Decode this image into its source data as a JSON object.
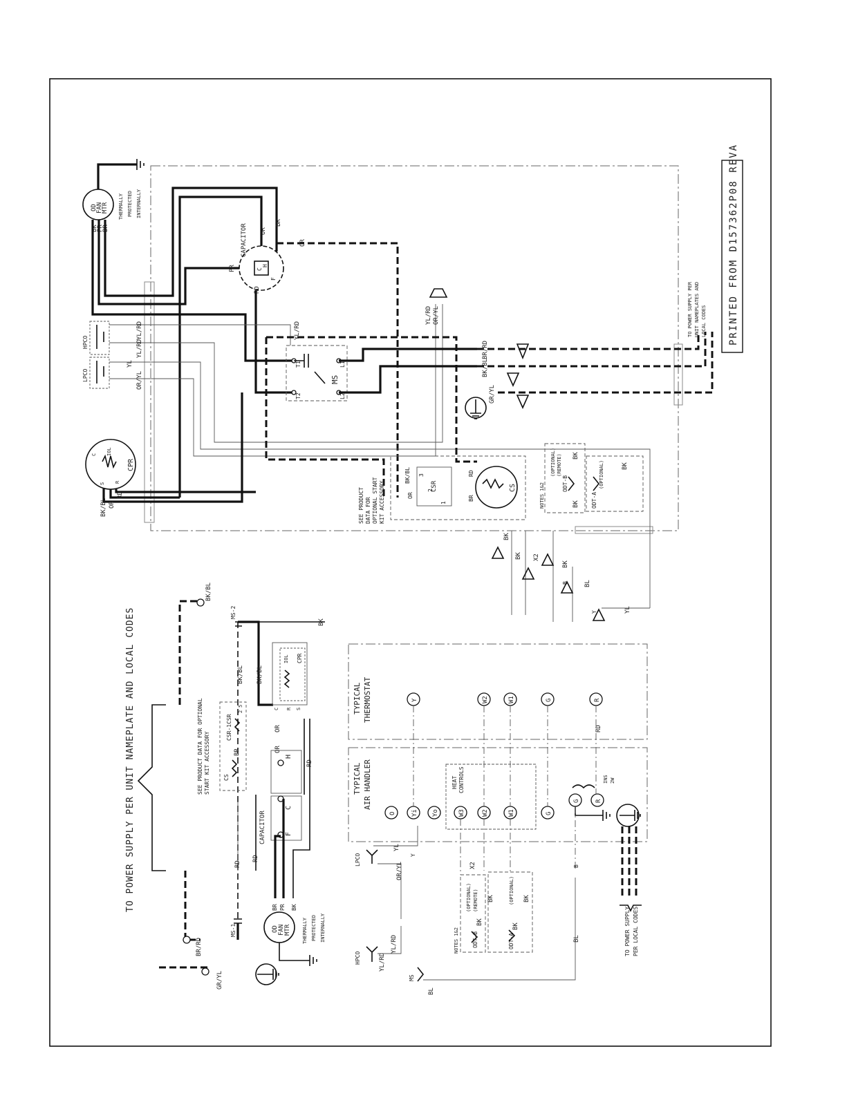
{
  "labels": {
    "printed_from": "PRINTED FROM D157362P08 REVA",
    "supply_nameplate": "TO POWER SUPPLY PER UNIT NAMEPLATE AND LOCAL CODES",
    "supply_per": "TO POWER SUPPLY PER",
    "supply_unit": "UNIT NAMEPLATES AND",
    "supply_local": "LOCAL CODES",
    "supply_local_1": "TO POWER SUPPLY",
    "supply_local_2": "PER LOCAL CODES",
    "see_product_1": "SEE PRODUCT",
    "see_product_2": "DATA FOR",
    "see_product_3": "OPTIONAL START",
    "see_product_4": "KIT ACCESSORY",
    "see_product_ladder_1": "SEE PRODUCT DATA FOR OPTIONAL",
    "see_product_ladder_2": "START KIT ACCESSORY",
    "typical_thermostat_1": "TYPICAL",
    "typical_thermostat_2": "THERMOSTAT",
    "typical_air_1": "TYPICAL",
    "typical_air_2": "AIR HANDLER",
    "heat_controls_1": "HEAT",
    "heat_controls_2": "CONTROLS",
    "capacitor": "CAPACITOR",
    "capacitor_ladder": "CAPACITOR",
    "od_fan_mtr_1": "OD",
    "od_fan_mtr_2": "FAN",
    "od_fan_mtr_3": "MTR",
    "thermally": "THERMALLY",
    "protected": "PROTECTED",
    "internally": "INTERNALLY",
    "cpr": "CPR",
    "iol": "IOL",
    "hpco": "HPCO",
    "lpco": "LPCO",
    "ms": "MS",
    "ms1": "MS-1",
    "ms2": "MS-2",
    "csr": "CSR",
    "cs": "CS",
    "cs_csr": "CSR-1CSR",
    "notes12": "NOTES 1&2",
    "optional_remote_1": "(OPTIONAL)",
    "optional_remote_2": "(REMOTE)",
    "optional": "(OPTIONAL)",
    "odt_b": "ODT-B",
    "odt_a": "ODT-A",
    "ins": "INS",
    "ins_2w": "2W",
    "x2": "X2"
  },
  "wire_colors": {
    "bk": "BK",
    "bl": "BL",
    "br": "BR",
    "rd": "RD",
    "or": "OR",
    "yl": "YL",
    "bk_bl": "BK/BL",
    "bk_rd": "BK/RD",
    "br_rd": "BR/RD",
    "yl_rd": "YL/RD",
    "or_yl": "OR/YL",
    "gr_yl": "GR/YL",
    "pr": "PR"
  },
  "terminals": {
    "t1": "T1",
    "t2": "T2",
    "l1": "L1",
    "l2": "L2",
    "h": "H",
    "c": "C",
    "f": "F",
    "r": "R",
    "s": "S",
    "y": "Y",
    "w2": "W2",
    "w1": "W1",
    "g": "G",
    "o": "O",
    "yi": "Yi",
    "yo": "Yo",
    "w3": "W3",
    "b": "B",
    "n1": "1",
    "n2": "2",
    "n3": "3",
    "n5": "5"
  }
}
